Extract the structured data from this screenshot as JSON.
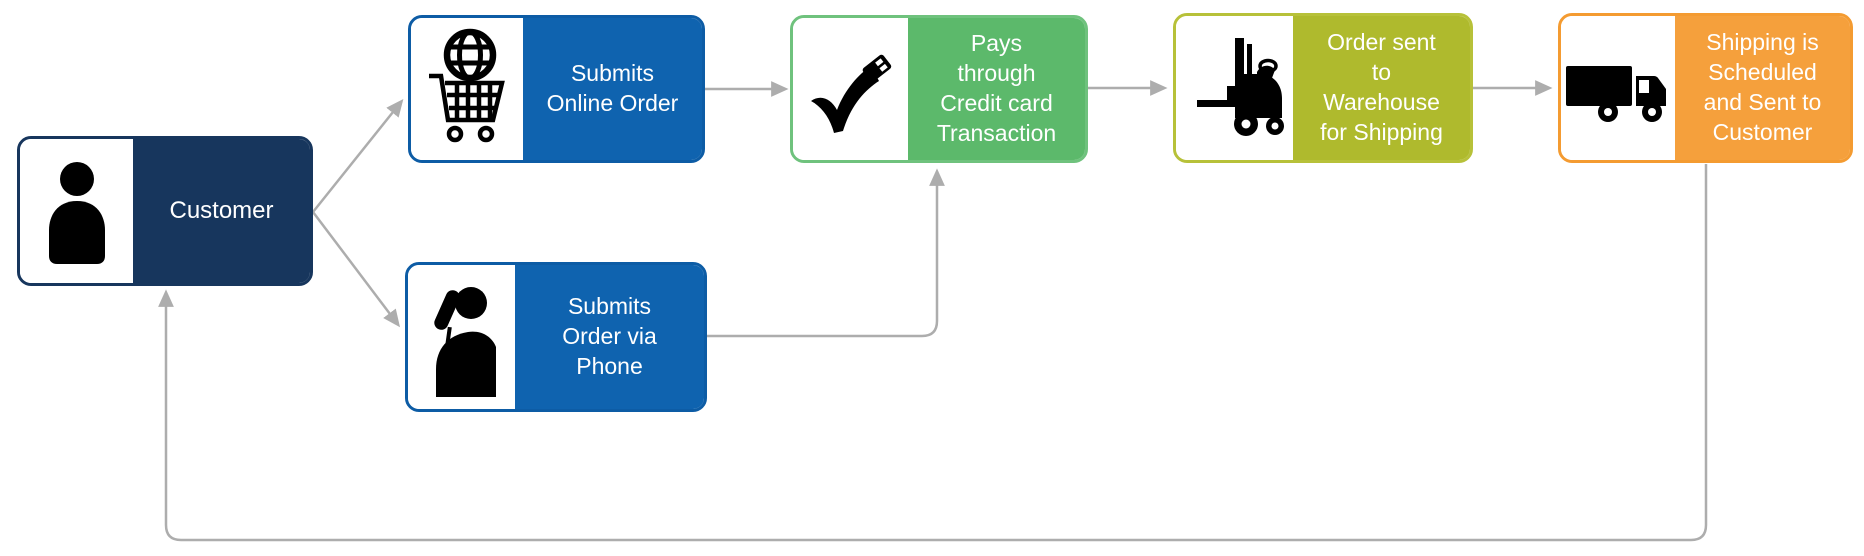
{
  "diagram": {
    "background": "#FFFFFF",
    "connector_color": "#ADADAD",
    "nodes": [
      {
        "id": "customer",
        "label": "Customer",
        "fill": "#17365D",
        "border": "#17365D",
        "text_color": "#FFFFFF",
        "icon": "person-icon"
      },
      {
        "id": "submit-online",
        "label": "Submits\nOnline Order",
        "fill": "#0F63AF",
        "border": "#0D5CA5",
        "text_color": "#FFFFFF",
        "icon": "globe-cart-icon"
      },
      {
        "id": "submit-phone",
        "label": "Submits\nOrder via\nPhone",
        "fill": "#0F63AF",
        "border": "#0D5CA5",
        "text_color": "#FFFFFF",
        "icon": "phone-person-icon"
      },
      {
        "id": "credit-card",
        "label": "Pays\nthrough\nCredit card\nTransaction",
        "fill": "#5CB96B",
        "border": "#6FC27D",
        "text_color": "#FFFFFF",
        "icon": "checkmark-plug-icon"
      },
      {
        "id": "warehouse",
        "label": "Order sent\nto\nWarehouse\nfor Shipping",
        "fill": "#AFBA2D",
        "border": "#B7C139",
        "text_color": "#FFFFFF",
        "icon": "forklift-icon"
      },
      {
        "id": "shipping",
        "label": "Shipping is\nScheduled\nand Sent to\nCustomer",
        "fill": "#F5A03C",
        "border": "#F49B31",
        "text_color": "#FFFFFF",
        "icon": "truck-icon"
      }
    ]
  }
}
